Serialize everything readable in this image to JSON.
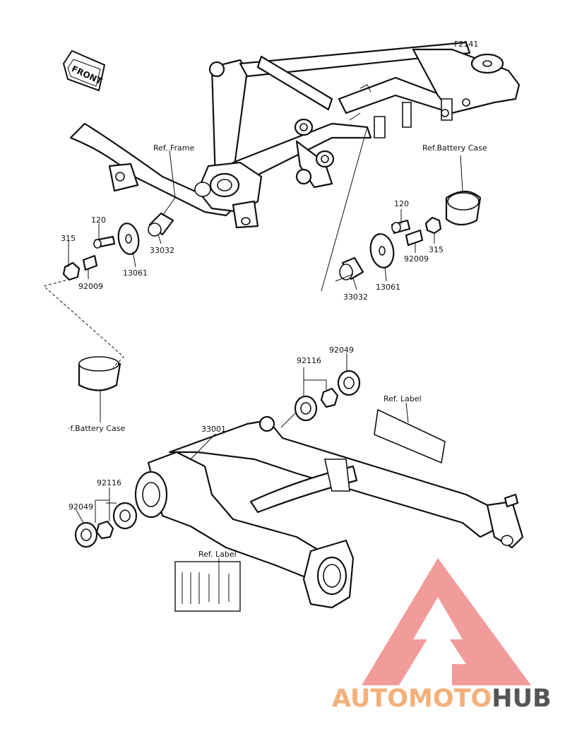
{
  "figure_code": "F2141",
  "front_label": "FRONT",
  "labels": {
    "ref_frame": "Ref. Frame",
    "ref_battery_case_top": "Ref.Battery Case",
    "ref_battery_case_left": "·f.Battery Case",
    "ref_label_right": "Ref. Label",
    "ref_label_bottom": "Ref. Label"
  },
  "part_numbers": {
    "p120_left": "120",
    "p315_left": "315",
    "p92009_left": "92009",
    "p13061_left": "13061",
    "p33032_left": "33032",
    "p120_right": "120",
    "p315_right": "315",
    "p92009_right": "92009",
    "p13061_right": "13061",
    "p33032_right": "33032",
    "p92049_top": "92049",
    "p92116_top": "92116",
    "p33001": "33001",
    "p92116_left": "92116",
    "p92049_left": "92049"
  },
  "watermark": {
    "part1": "AUTOMOTO",
    "part2": "HUB",
    "color_light": "#f4b07a",
    "color_red": "#f07f7f",
    "color_dark": "#555555"
  }
}
